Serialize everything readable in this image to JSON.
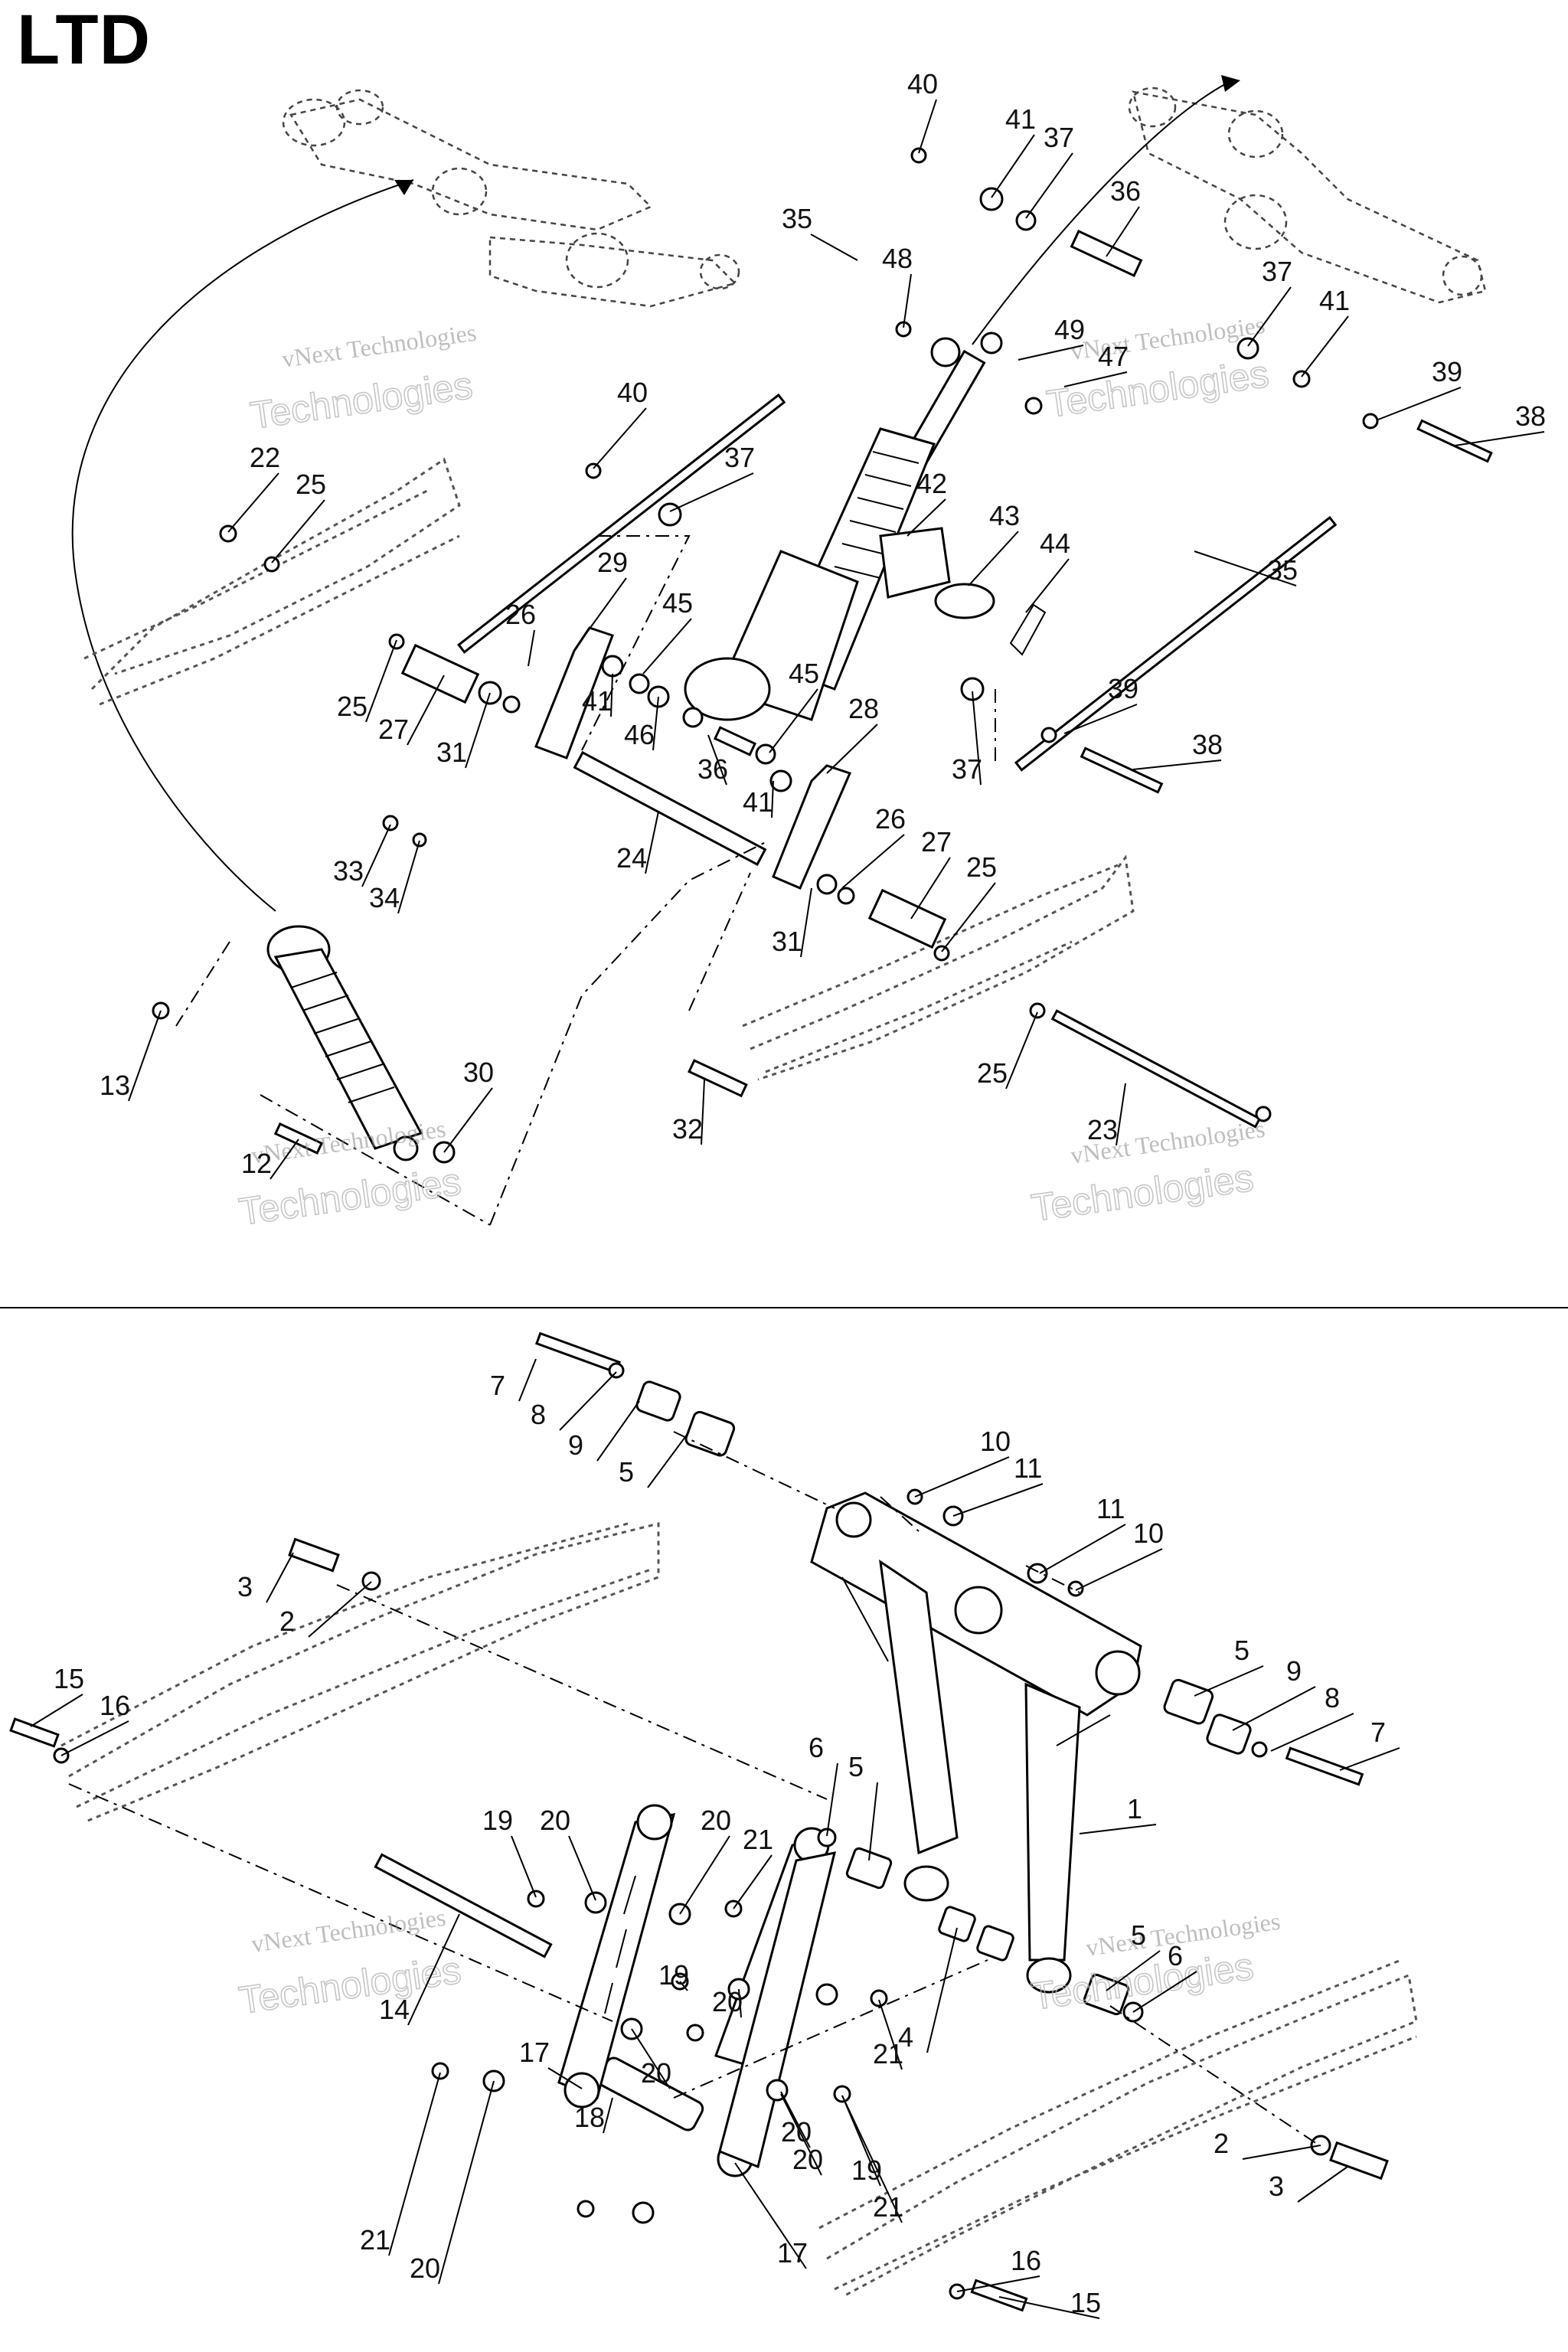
{
  "title": "LTD",
  "watermark": {
    "line1": "vNext Technologies",
    "line2": "Technologies"
  },
  "callouts": {
    "upper": [
      "40",
      "41",
      "37",
      "36",
      "35",
      "48",
      "49",
      "47",
      "37",
      "41",
      "39",
      "38",
      "40",
      "37",
      "22",
      "25",
      "42",
      "43",
      "44",
      "29",
      "26",
      "45",
      "35",
      "25",
      "27",
      "31",
      "41",
      "46",
      "36",
      "45",
      "28",
      "39",
      "38",
      "37",
      "24",
      "41",
      "26",
      "27",
      "25",
      "33",
      "34",
      "31",
      "13",
      "30",
      "12",
      "32",
      "25",
      "23"
    ],
    "lower": [
      "7",
      "8",
      "9",
      "5",
      "10",
      "11",
      "11",
      "10",
      "3",
      "2",
      "5",
      "9",
      "8",
      "7",
      "15",
      "16",
      "6",
      "5",
      "1",
      "19",
      "20",
      "20",
      "21",
      "19",
      "20",
      "14",
      "17",
      "18",
      "20",
      "21",
      "4",
      "5",
      "6",
      "21",
      "20",
      "20",
      "19",
      "2",
      "3",
      "21",
      "20",
      "17",
      "16",
      "15"
    ]
  }
}
